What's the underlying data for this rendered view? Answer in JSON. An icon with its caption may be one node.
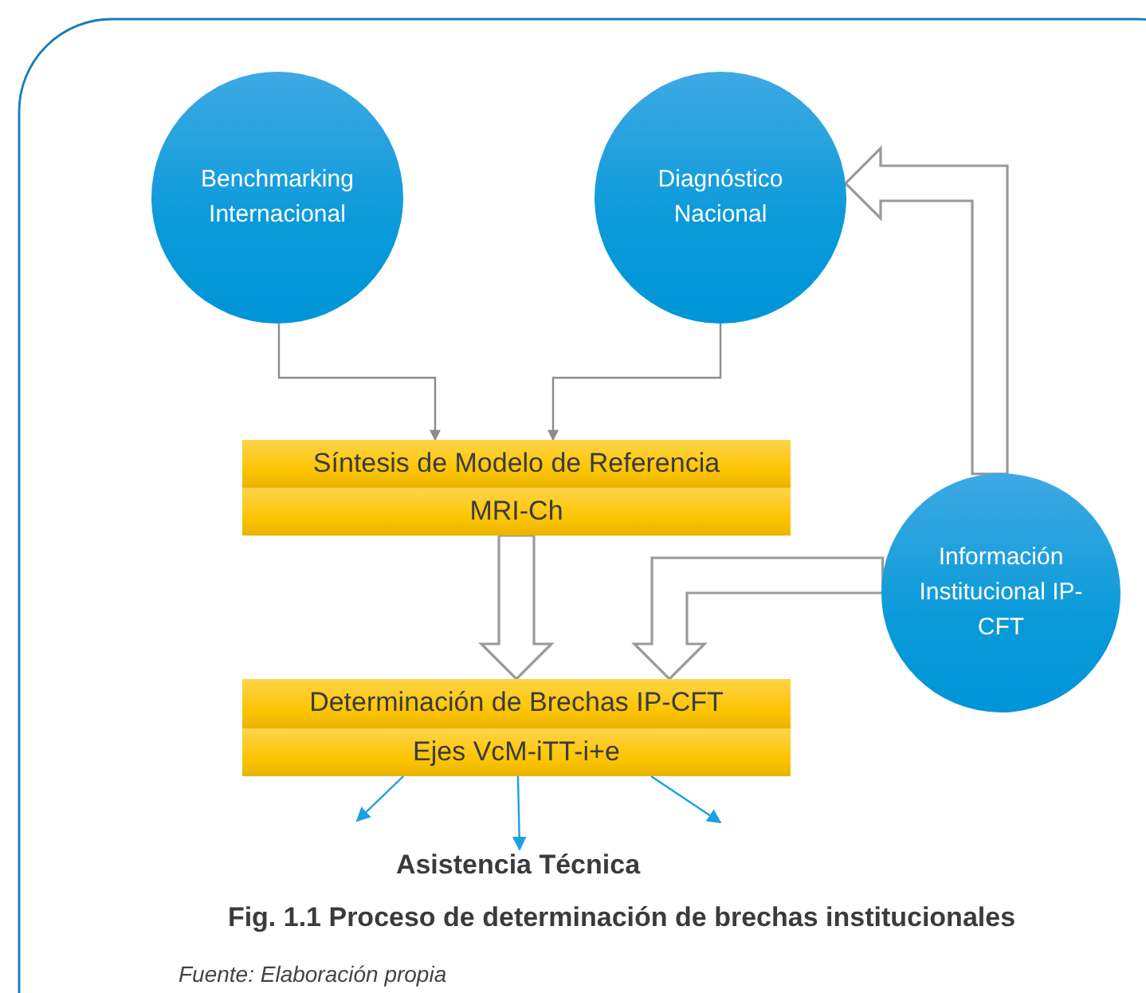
{
  "diagram": {
    "caption": "Fig. 1.1 Proceso de determinación de brechas institucionales",
    "nodes": [
      {
        "text": [
          "Benchmarking Internacional"
        ]
      },
      {
        "text": [
          "Diagnóstico Nacional"
        ]
      },
      {
        "text": [
          "Síntesis de Modelo de Referencia",
          "MRI-Ch"
        ]
      },
      {
        "text": [
          "Determinación de Brechas IP-CFT",
          "Ejes VcM-iTT-i+e"
        ]
      },
      {
        "text": [
          "Información Institucional IP-CFT"
        ]
      },
      {
        "text": [
          "Asistencia Técnica"
        ]
      }
    ],
    "edges": [
      {
        "from": 0,
        "to": 2,
        "arrow": "to",
        "color": "#8c8c8c"
      },
      {
        "from": 1,
        "to": 2,
        "arrow": "to",
        "color": "#8c8c8c"
      },
      {
        "from": 2,
        "to": 3,
        "arrow": "to",
        "style": "thick",
        "color": "#9a9a9a"
      },
      {
        "from": 4,
        "to": 3,
        "arrow": "to",
        "style": "thick",
        "color": "#9a9a9a"
      },
      {
        "from": 4,
        "to": 1,
        "arrow": "to",
        "style": "thick",
        "color": "#9a9a9a"
      },
      {
        "from": 3,
        "to": 5,
        "arrow": "to",
        "color": "#1ba1e2"
      },
      {
        "from": 3,
        "to": 5,
        "arrow": "to",
        "color": "#1ba1e2"
      },
      {
        "from": 3,
        "to": null,
        "arrow": "to",
        "color": "#1ba1e2"
      }
    ],
    "labels": [
      "Fuente: Elaboración propia"
    ]
  }
}
